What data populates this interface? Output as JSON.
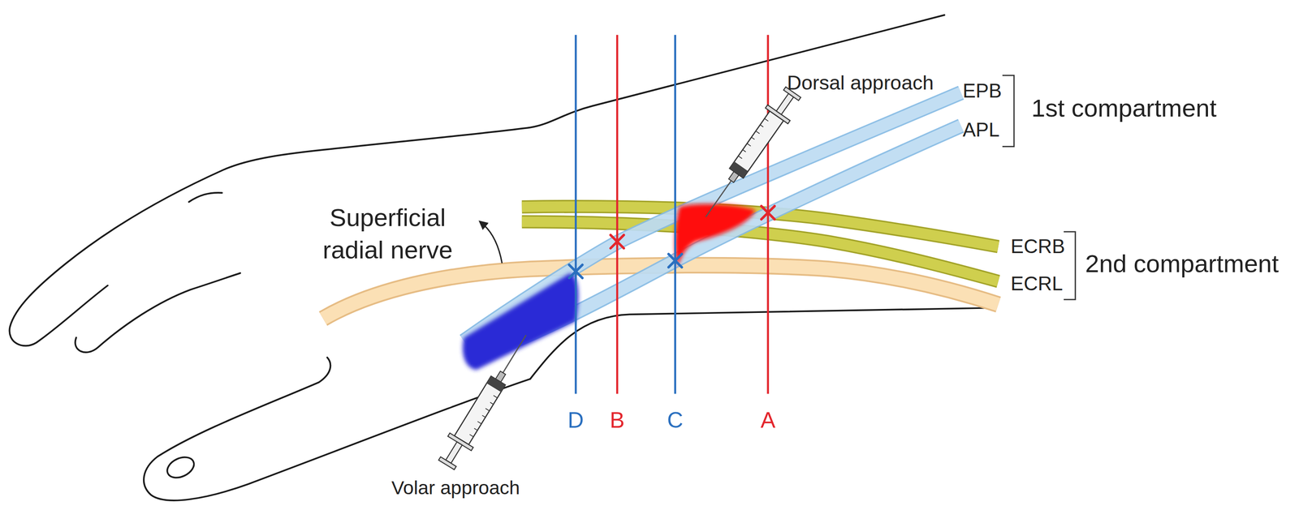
{
  "diagram": {
    "labels": [
      "Dorsal approach",
      "EPB",
      "1st compartment",
      "APL",
      "Superficial radial nerve",
      "ECRB",
      "2nd compartment",
      "ECRL",
      "D",
      "B",
      "C",
      "A",
      "Volar approach"
    ]
  }
}
